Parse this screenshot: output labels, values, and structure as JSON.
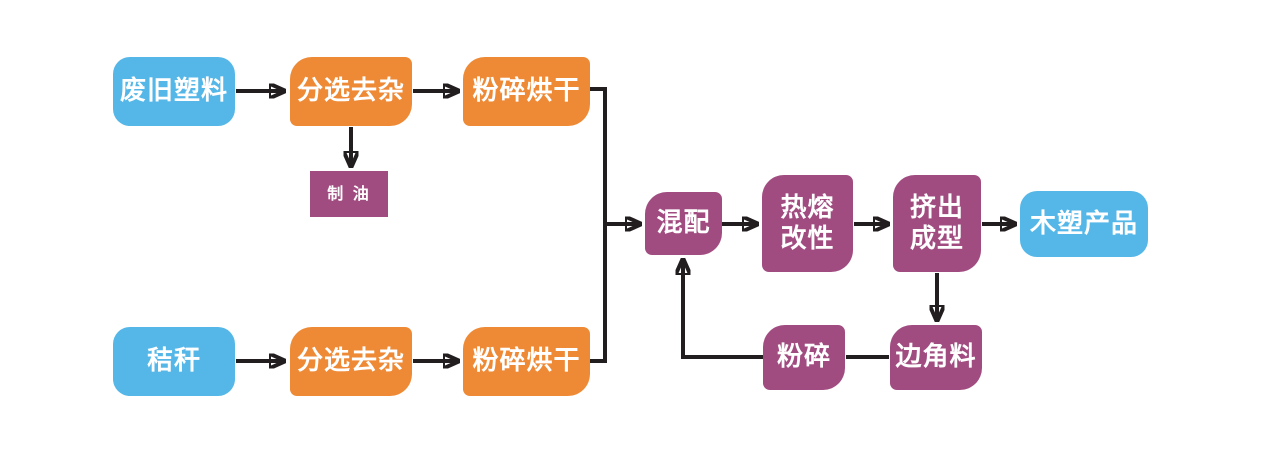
{
  "diagram": {
    "description_labels": {
      "waste_plastic": "废旧塑料",
      "sorting_top": "分选去杂",
      "crush_dry_top": "粉碎烘干",
      "oil_making": "制 油",
      "straw": "秸秆",
      "sorting_bottom": "分选去杂",
      "crush_dry_bottom": "粉碎烘干",
      "mixing": "混配",
      "hot_melt_modification": "热熔\n改性",
      "extrusion_molding": "挤出\n成型",
      "wood_plastic_product": "木塑产品",
      "crushing": "粉碎",
      "scraps": "边角料"
    },
    "edges": [
      {
        "from": "waste_plastic",
        "to": "sorting_top",
        "arrow": true
      },
      {
        "from": "sorting_top",
        "to": "crush_dry_top",
        "arrow": true
      },
      {
        "from": "sorting_top",
        "to": "oil_making",
        "arrow": true
      },
      {
        "from": "crush_dry_top",
        "to": "mixing",
        "arrow": true
      },
      {
        "from": "straw",
        "to": "sorting_bottom",
        "arrow": true
      },
      {
        "from": "sorting_bottom",
        "to": "crush_dry_bottom",
        "arrow": true
      },
      {
        "from": "crush_dry_bottom",
        "to": "mixing",
        "arrow": true
      },
      {
        "from": "mixing",
        "to": "hot_melt_modification",
        "arrow": true
      },
      {
        "from": "hot_melt_modification",
        "to": "extrusion_molding",
        "arrow": true
      },
      {
        "from": "extrusion_molding",
        "to": "wood_plastic_product",
        "arrow": true
      },
      {
        "from": "extrusion_molding",
        "to": "scraps",
        "arrow": true
      },
      {
        "from": "scraps",
        "to": "crushing",
        "arrow": false
      },
      {
        "from": "crushing",
        "to": "mixing",
        "arrow": true
      }
    ]
  },
  "colors": {
    "blue": "#55B7E8",
    "orange": "#EE8A35",
    "purple": "#A14C80",
    "line": "#221E1F",
    "text": "#FFFFFF",
    "background": "#FFFFFF"
  }
}
